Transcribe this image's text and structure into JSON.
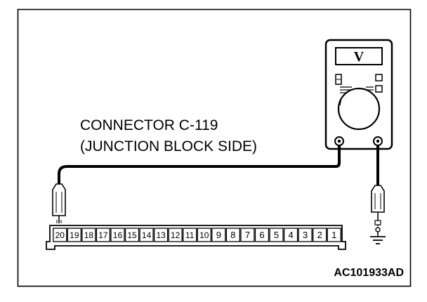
{
  "diagram": {
    "connector_label_line1": "CONNECTOR C-119",
    "connector_label_line2": "(JUNCTION BLOCK SIDE)",
    "meter_display": "V",
    "figure_code": "AC101933AD"
  },
  "connector": {
    "pins": [
      "20",
      "19",
      "18",
      "17",
      "16",
      "15",
      "14",
      "13",
      "12",
      "11",
      "10",
      "9",
      "8",
      "7",
      "6",
      "5",
      "4",
      "3",
      "2",
      "1"
    ],
    "probed_pin": "20"
  },
  "colors": {
    "line": "#000000",
    "background": "#ffffff"
  }
}
